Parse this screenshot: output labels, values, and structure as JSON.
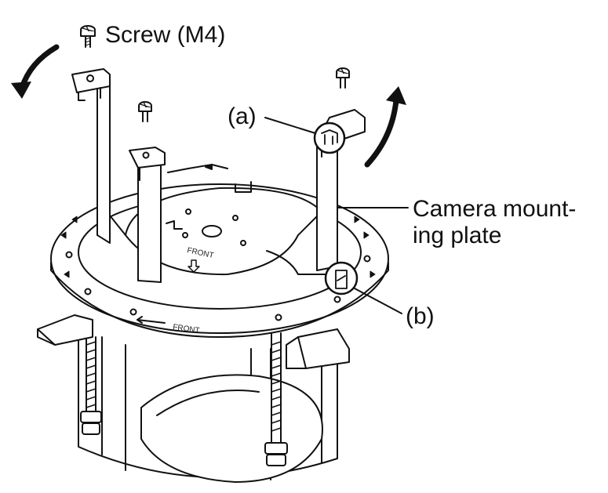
{
  "labels": {
    "screw": "Screw (M4)",
    "a": "(a)",
    "camera_plate_line1": "Camera mount-",
    "camera_plate_line2": "ing plate",
    "b": "(b)"
  },
  "markings": {
    "front_plate": "FRONT",
    "front_ring": "FRONT"
  },
  "colors": {
    "line": "#111111",
    "fill": "#ffffff",
    "arrow": "#111111"
  },
  "icons": [
    "rotate-ccw-arrow",
    "rotate-cw-arrow",
    "screw-icon"
  ]
}
